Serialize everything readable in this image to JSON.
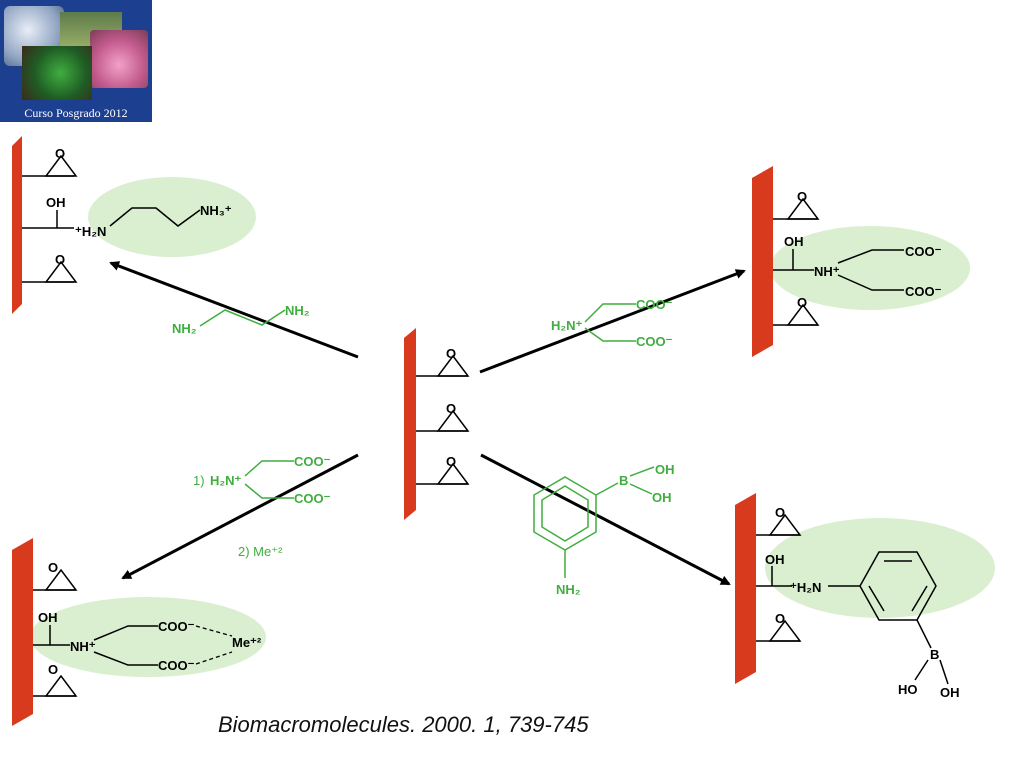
{
  "logo": {
    "caption": "Curso Posgrado 2012"
  },
  "citation": "Biomacromolecules. 2000. 1, 739-745",
  "colors": {
    "support": "#d83a1e",
    "reagent": "#3fae3f",
    "highlight": "#d9efcf",
    "text": "#000000"
  },
  "labels": {
    "O": "O",
    "OH": "OH",
    "H2N_plus": "⁺H₂N",
    "NH3_plus": "NH₃⁺",
    "NH_plus": "NH⁺",
    "COO_minus": "COO⁻",
    "Me2": "Me⁺²",
    "B": "B",
    "HO": "HO",
    "NH2": "NH₂",
    "H2N_plus_r": "H₂N⁺",
    "step1": "1)",
    "step2": "2) Me⁺²"
  }
}
